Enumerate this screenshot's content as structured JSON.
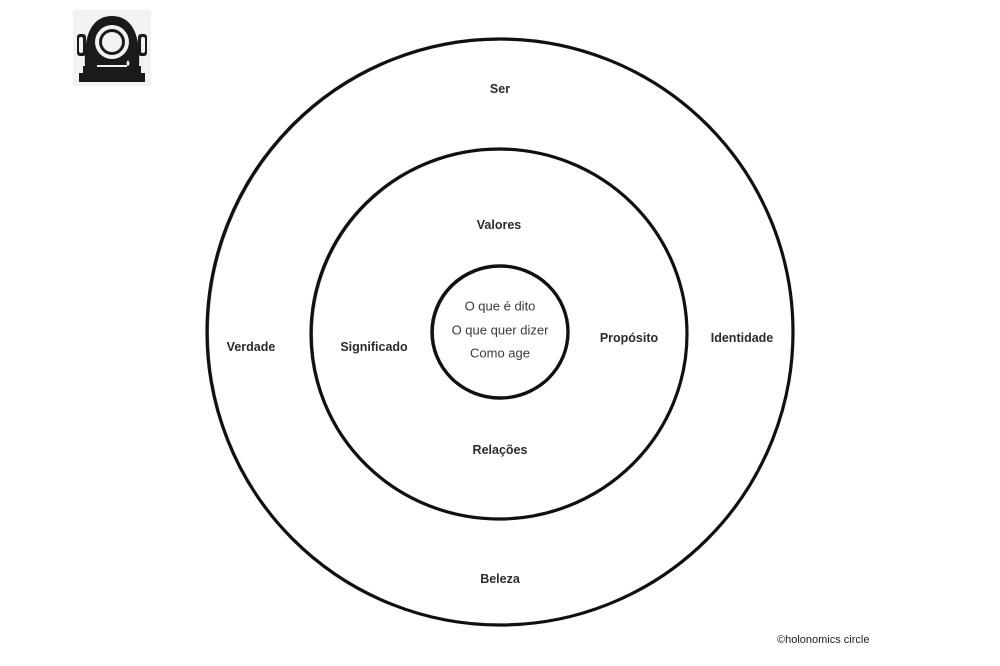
{
  "logo": {
    "icon": "diving-helmet-icon"
  },
  "rings": {
    "outer": {
      "top": "Ser",
      "left": "Verdade",
      "right": "Identidade",
      "bottom": "Beleza"
    },
    "middle": {
      "top": "Valores",
      "left": "Significado",
      "right": "Propósito",
      "bottom": "Relações"
    },
    "inner": {
      "lines": [
        "O que é dito",
        "O que quer dizer",
        "Como age"
      ]
    }
  },
  "credit": "©holonomics circle",
  "colors": {
    "stroke": "#111111",
    "text": "#2b2b2b"
  }
}
